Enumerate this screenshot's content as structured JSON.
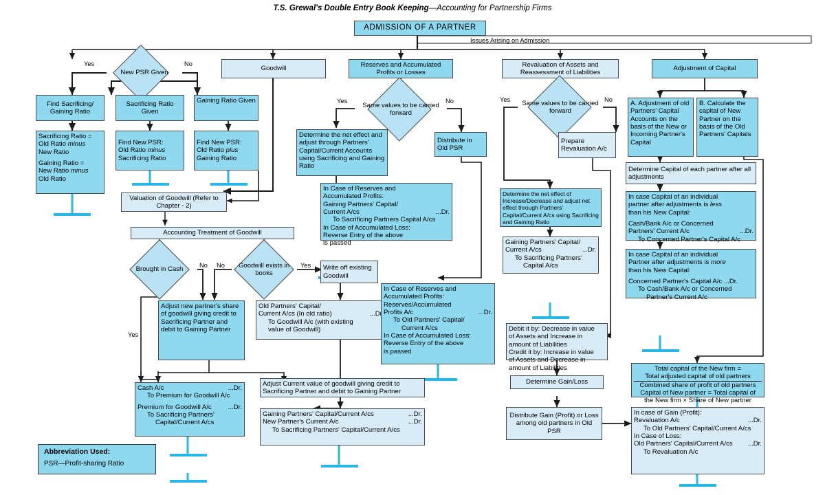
{
  "header": {
    "book": "T.S. Grewal's Double Entry Book Keeping",
    "subject": "—Accounting for Partnership Firms"
  },
  "root": {
    "label": "ADMISSION OF A PARTNER"
  },
  "bus_label": {
    "label": "Issues Arising on Admission"
  },
  "branches": [
    {
      "label": "New PSR Given"
    },
    {
      "label": "Goodwill"
    },
    {
      "label": "Reserves and Accumulated Profits or Losses"
    },
    {
      "label": "Revaluation of Assets and Reassessment of Liabilities"
    },
    {
      "label": "Adjustment of Capital"
    }
  ],
  "edge_labels": {
    "yes": "Yes",
    "no": "No"
  },
  "psr": {
    "find_ratio": "Find Sacrificing/ Gaining Ratio",
    "ratio_formula_l1": "Sacrificing Ratio =",
    "ratio_formula_l2a": "Old Ratio ",
    "ratio_formula_l2b": "minus",
    "ratio_formula_l3": "New Ratio",
    "ratio_formula_l4": "Gaining Ratio =",
    "ratio_formula_l5a": "New Ratio ",
    "ratio_formula_l5b": "minus",
    "ratio_formula_l6": "Old Ratio",
    "sac_given": "Sacrificing Ratio Given",
    "gain_given": "Gaining Ratio Given",
    "find_new_psr_1_l1": "Find New PSR:",
    "find_new_psr_1_l2a": "Old Ratio ",
    "find_new_psr_1_l2b": "minus",
    "find_new_psr_1_l3": "Sacrificing Ratio",
    "find_new_psr_2_l1": "Find New PSR:",
    "find_new_psr_2_l2a": "Old Ratio ",
    "find_new_psr_2_l2b": "plus",
    "find_new_psr_2_l3": "Gaining Ratio"
  },
  "goodwill": {
    "valuation": "Valuation of Goodwill (Refer to Chapter - 2)",
    "treatment": "Accounting Treatment of Goodwill",
    "brought_in_cash": "Brought in Cash",
    "exists_in_books": "Goodwill exists in books",
    "write_off": "Write off existing Goodwill",
    "adjust_new_share": "Adjust new partner's share of goodwill giving credit to Sacrificing Partner and debit to Gaining Partner",
    "old_partners_entry_l1": "Old Partners' Capital/",
    "old_partners_entry_l2": "Current A/cs (In old ratio)",
    "old_partners_entry_l2_dr": "...Dr.",
    "old_partners_entry_l3": "To Goodwill A/c (with existing",
    "old_partners_entry_l4": "value of Goodwill)",
    "cash_entry_l1": "Cash A/c",
    "cash_entry_l1_dr": "...Dr.",
    "cash_entry_l2": "To Premium for Goodwill A/c",
    "cash_entry_l3": "Premium for Goodwill A/c",
    "cash_entry_l3_dr": "...Dr.",
    "cash_entry_l4": "To Sacrificing Partners'",
    "cash_entry_l5": "Capital/Current A/cs",
    "adjust_current_value": "Adjust Current value of goodwill giving credit to Sacrificing Partner and debit to Gaining Partner",
    "gaining_entry_l1": "Gaining Partners' Capital/Current A/cs",
    "gaining_entry_l1_dr": "...Dr.",
    "gaining_entry_l2": "New Partner's Current A/c",
    "gaining_entry_l2_dr": "...Dr.",
    "gaining_entry_l3": "To Sacrificing Partners' Capital/Current A/cs"
  },
  "reserves": {
    "decision": "Same values to be carried forward",
    "determine_net_effect": "Determine the net effect and adjust through Partners' Capital/Current Accounts using Sacrificing and Gaining Ratio",
    "distribute_old_psr": "Distribute in Old PSR",
    "entry_a_l1": "In Case of Reserves and",
    "entry_a_l2": "Accumulated Profits:",
    "entry_a_l3": "Gaining Partners' Capital/",
    "entry_a_l4": "Current A/cs",
    "entry_a_l4_dr": "...Dr.",
    "entry_a_l5": "To Sacrificing Partners Capital A/cs",
    "entry_a_l6": "In Case of Accumulated Loss:",
    "entry_a_l7": "Reverse Entry of the above",
    "entry_a_l8": "is passed",
    "entry_b_l1": "In Case of Reserves and",
    "entry_b_l2": "Accumulated Profits:",
    "entry_b_l3": "Reserves/Accumulated",
    "entry_b_l4": "Profits A/c",
    "entry_b_l4_dr": "...Dr.",
    "entry_b_l5": "To Old Partners' Capital/",
    "entry_b_l6": "Current A/cs",
    "entry_b_l7": "In Case of Accumulated Loss:",
    "entry_b_l8": "Reverse Entry of the above",
    "entry_b_l9": "is passed"
  },
  "revaluation": {
    "decision": "Same values to be carried forward",
    "prepare_revaluation": "Prepare Revaluation A/c",
    "determine_net_effect": "Determine the net effect of Increase/Decrease and adjust net effect through Partners' Capital/Current A/cs using Sacrificing and Gaining Ratio",
    "gaining_entry_l1": "Gaining Partners' Capital/",
    "gaining_entry_l2": "Current A/cs",
    "gaining_entry_l2_dr": "...Dr.",
    "gaining_entry_l3": "To Sacrificing Partners'",
    "gaining_entry_l4": "Capital A/cs",
    "debit_credit_l1": "Debit it by: Decrease in value",
    "debit_credit_l2": "of Assets and Increase in",
    "debit_credit_l3": "amount of Liabilities",
    "debit_credit_l4": "Credit it by: Increase in value",
    "debit_credit_l5": "of Assets and Decrease in",
    "debit_credit_l6": "amount of Liabilities",
    "determine_gain_loss": "Determine Gain/Loss",
    "distribute_gain": "Distribute Gain (Profit) or Loss among old partners in Old PSR",
    "gain_loss_entry_l1": "In case of Gain (Profit):",
    "gain_loss_entry_l2": "Revaluation A/c",
    "gain_loss_entry_l2_dr": "...Dr.",
    "gain_loss_entry_l3": "To Old Partners' Capital/Current A/cs",
    "gain_loss_entry_l4": "In Case of Loss:",
    "gain_loss_entry_l5": "Old Partners' Capital/Current A/cs",
    "gain_loss_entry_l5_dr": "...Dr.",
    "gain_loss_entry_l6": "To Revaluation A/c"
  },
  "capital": {
    "option_a": "A. Adjustment of old Partners' Capital Accounts on the basis of the New or Incoming Partner's Capital",
    "option_b": "B. Calculate the capital of New Partner on the basis of the Old Partners' Capitals",
    "determine_capital": "Determine Capital of each partner after all adjustments",
    "less_l1": "In case Capital of an individual",
    "less_l2a": "partner after adjustments is ",
    "less_l2b": "less",
    "less_l3": "than his New Capital:",
    "less_l4": "Cash/Bank A/c or Concerned",
    "less_l5": "Partners' Current A/c",
    "less_l5_dr": "...Dr.",
    "less_l6": "To Concerned Partner's Capital A/c",
    "more_l1": "In case Capital of an individual",
    "more_l2a": "Partner after adjustments is ",
    "more_l2b": "more",
    "more_l3": "than his New Capital:",
    "more_l4": "Concerned Partner's Capital A/c ...Dr.",
    "more_l5": "To Cash/Bank A/c or Concerned",
    "more_l6": "Partner's Current A/c",
    "formula_l1": "Total capital of the New firm =",
    "formula_l2": "Total adjusted capital of old partners",
    "formula_l3": "Combined share of profit of old partners",
    "formula_l4": "Capital of New partner = Total capital of",
    "formula_l5": "the New firm × Share of New partner"
  },
  "abbreviation": {
    "title": "Abbreviation Used:",
    "text": "PSR—Profit-sharing Ratio"
  },
  "colors": {
    "node_fill": "#8ed8f0",
    "node_fill_pale": "#d8ecf8",
    "diamond_fill": "#b9e2f5",
    "border": "#4a4a4a",
    "accent_bar": "#29b6e8"
  }
}
